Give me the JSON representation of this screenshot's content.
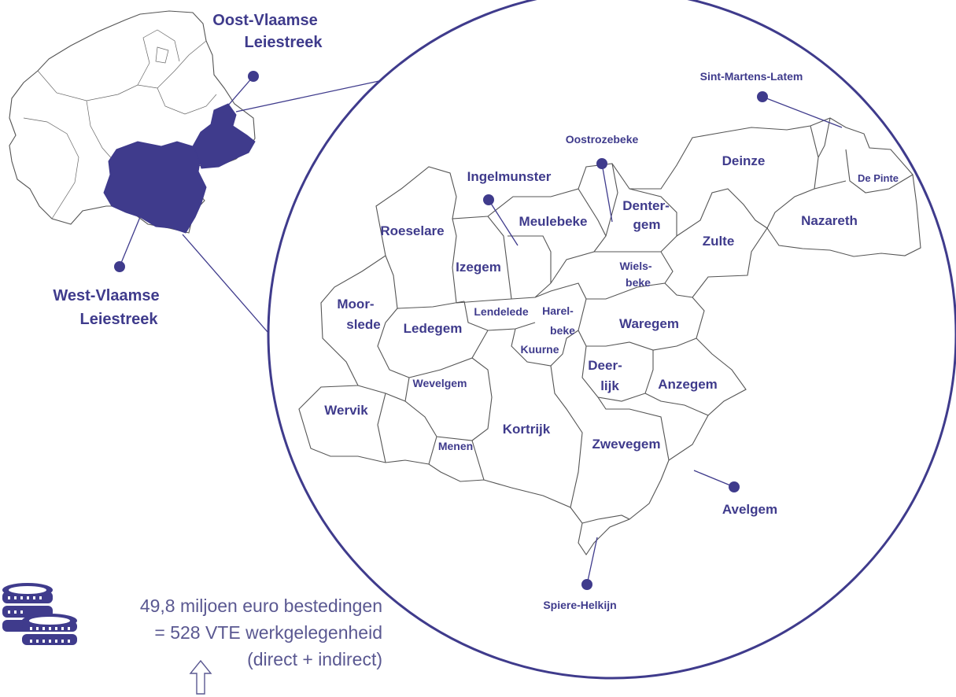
{
  "colors": {
    "accent": "#3f3b8c",
    "statText": "#5a5891",
    "border": "#555555"
  },
  "overview": {
    "oost_line1": "Oost-Vlaamse",
    "oost_line2": "Leiestreek",
    "west_line1": "West-Vlaamse",
    "west_line2": "Leiestreek"
  },
  "municipalities": {
    "sint_martens_latem": "Sint-Martens-Latem",
    "oostrozebeke": "Oostrozebeke",
    "ingelmunster": "Ingelmunster",
    "deinze": "Deinze",
    "de_pinte": "De Pinte",
    "dentergem_1": "Denter-",
    "dentergem_2": "gem",
    "meulebeke": "Meulebeke",
    "roeselare": "Roeselare",
    "zulte": "Zulte",
    "nazareth": "Nazareth",
    "izegem": "Izegem",
    "wielsbeke_1": "Wiels-",
    "wielsbeke_2": "beke",
    "moorslede_1": "Moor-",
    "moorslede_2": "slede",
    "lendelede": "Lendelede",
    "harelbeke_1": "Harel-",
    "harelbeke_2": "beke",
    "ledegem": "Ledegem",
    "waregem": "Waregem",
    "kuurne": "Kuurne",
    "deerlijk_1": "Deer-",
    "deerlijk_2": "lijk",
    "wevelgem": "Wevelgem",
    "anzegem": "Anzegem",
    "wervik": "Wervik",
    "kortrijk": "Kortrijk",
    "zwevegem": "Zwevegem",
    "menen": "Menen",
    "avelgem": "Avelgem",
    "spiere_helkijn": "Spiere-Helkijn"
  },
  "stats": {
    "line1": "49,8 miljoen euro bestedingen",
    "line2": "= 528 VTE werkgelegenheid",
    "line3": "(direct + indirect)"
  },
  "icons": {
    "coins": "coins-icon",
    "arrow": "arrow-up-icon"
  }
}
